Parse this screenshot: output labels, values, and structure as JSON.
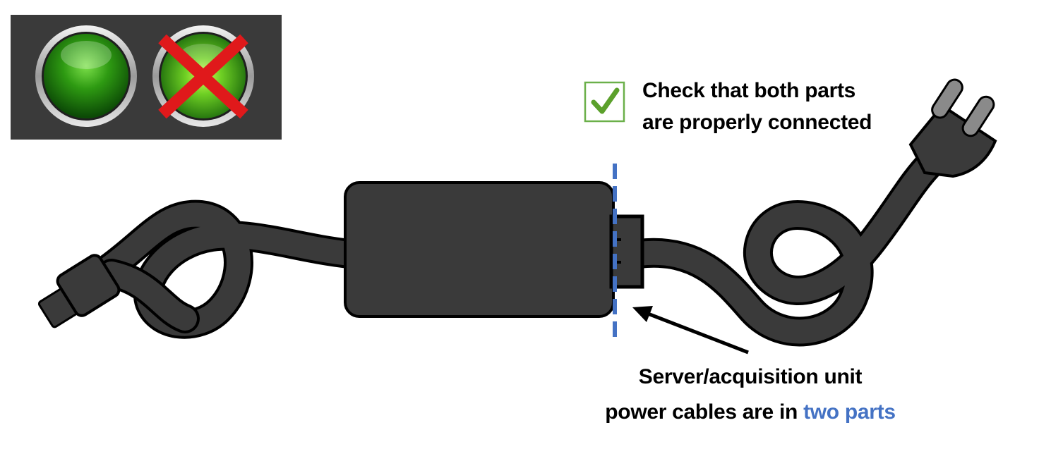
{
  "status_panel": {
    "background": "#3a3a3a",
    "indicators": [
      {
        "icon": "green-led-icon",
        "state": "ok"
      },
      {
        "icon": "green-led-crossed-icon",
        "state": "not-ok"
      }
    ]
  },
  "checklist": {
    "icon": "checkbox-checked-icon",
    "line1": "Check that both parts",
    "line2": "are properly connected"
  },
  "annotation": {
    "line1": "Server/acquisition unit",
    "line2_prefix": "power cables are in ",
    "line2_highlight": "two parts"
  },
  "colors": {
    "cable": "#3a3a3a",
    "outline": "#000000",
    "divider": "#4472c4",
    "check_green": "#5ba02b",
    "cross_red": "#e0191b"
  }
}
